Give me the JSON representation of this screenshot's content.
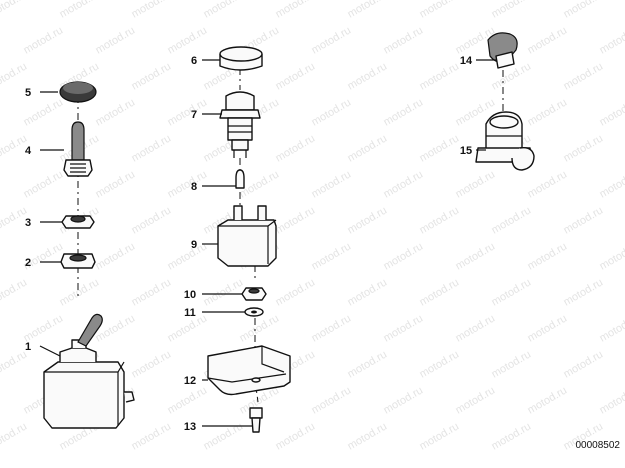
{
  "watermark_text": "motod.ru",
  "document_number": "00008502",
  "callouts": [
    {
      "id": "1",
      "label": "1"
    },
    {
      "id": "2",
      "label": "2"
    },
    {
      "id": "3",
      "label": "3"
    },
    {
      "id": "4",
      "label": "4"
    },
    {
      "id": "5",
      "label": "5"
    },
    {
      "id": "6",
      "label": "6"
    },
    {
      "id": "7",
      "label": "7"
    },
    {
      "id": "8",
      "label": "8"
    },
    {
      "id": "9",
      "label": "9"
    },
    {
      "id": "10",
      "label": "10"
    },
    {
      "id": "11",
      "label": "11"
    },
    {
      "id": "12",
      "label": "12"
    },
    {
      "id": "13",
      "label": "13"
    },
    {
      "id": "14",
      "label": "14"
    },
    {
      "id": "15",
      "label": "15"
    }
  ]
}
